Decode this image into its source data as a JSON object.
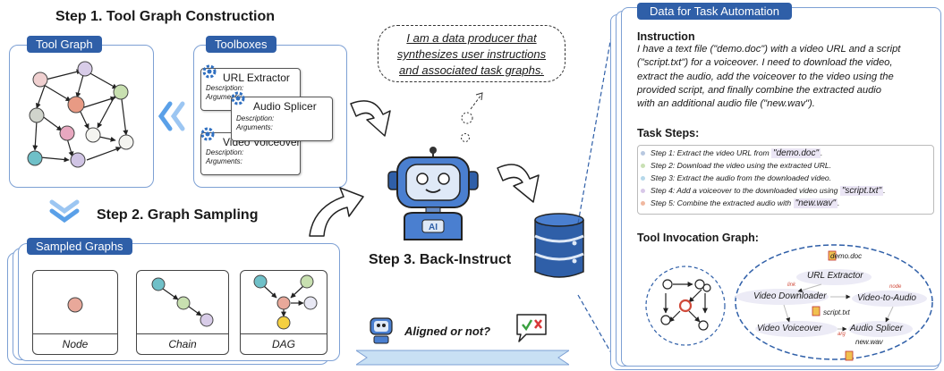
{
  "step1": {
    "title": "Step 1. Tool Graph Construction"
  },
  "tool_graph": {
    "tab": "Tool Graph"
  },
  "toolboxes": {
    "tab": "Toolboxes",
    "tools": [
      {
        "name": "URL Extractor",
        "desc": "Description:",
        "args": "Arguments:"
      },
      {
        "name": "Audio Splicer",
        "desc": "Description:",
        "args": "Arguments:"
      },
      {
        "name": "Video Voiceover",
        "desc": "Description:",
        "args": "Arguments:"
      }
    ]
  },
  "step2": {
    "title": "Step 2. Graph Sampling"
  },
  "sampled": {
    "tab": "Sampled Graphs",
    "labels": [
      "Node",
      "Chain",
      "DAG"
    ]
  },
  "bubble": {
    "lines": [
      "I am a data producer that",
      "synthesizes user instructions",
      "and associated task graphs."
    ]
  },
  "robot": {
    "chest": "AI"
  },
  "step3": {
    "title": "Step 3. Back-Instruct"
  },
  "check": {
    "text": "Aligned or not?"
  },
  "right": {
    "tab": "Data for Task Automation",
    "instruction_title": "Instruction",
    "instruction_lines": [
      "I have a text file (\"demo.doc\") with a video URL and a script",
      "(\"script.txt\") for a voiceover. I need to download the video,",
      "extract the audio, add the voiceover to the video using the",
      "provided script, and finally combine the extracted audio",
      "with an additional audio file (\"new.wav\")."
    ],
    "task_steps_title": "Task Steps:",
    "steps": [
      {
        "text": "Step 1: Extract the video URL from ",
        "file": "\"demo.doc\"",
        "end": ".",
        "color": "#b8c8e0"
      },
      {
        "text": "Step 2: Download the video using the extracted URL.",
        "file": "",
        "end": "",
        "color": "#c9e0b4"
      },
      {
        "text": "Step 3: Extract the audio from the downloaded video.",
        "file": "",
        "end": "",
        "color": "#b6d8ea"
      },
      {
        "text": "Step 4: Add a voiceover to the downloaded video using ",
        "file": "\"script.txt\"",
        "end": ".",
        "color": "#d8c8e8"
      },
      {
        "text": "Step 5: Combine the extracted audio with ",
        "file": "\"new.wav\"",
        "end": ".",
        "color": "#f0b8a0"
      }
    ],
    "graph_title": "Tool Invocation Graph:",
    "graph": {
      "files": [
        "demo.doc",
        "script.txt",
        "new.wav"
      ],
      "tools": [
        "URL Extractor",
        "Video Downloader",
        "Video-to-Audio",
        "Video Voiceover",
        "Audio Splicer"
      ],
      "tags": [
        "link",
        "node",
        "arg"
      ]
    }
  },
  "colors": {
    "accent": "#2f5fa8",
    "panel_border": "#7da0d4",
    "chevron": "#5aa0e8"
  }
}
